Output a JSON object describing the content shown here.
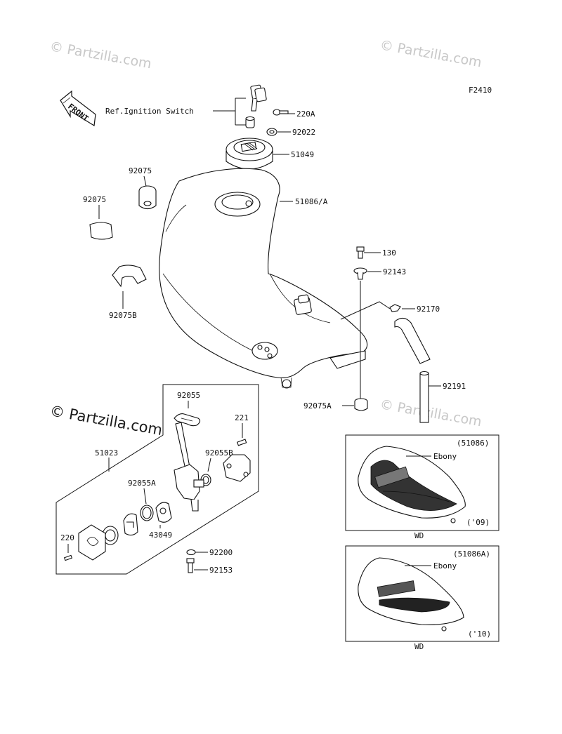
{
  "figure_code": "F2410",
  "watermarks": {
    "top_left": "© Partzilla.com",
    "top_right": "© Partzilla.com",
    "middle_left": "© Partzilla.com",
    "middle_right": "© Partzilla.com"
  },
  "front_arrow_label": "FRONT",
  "ref_label": "Ref.Ignition Switch",
  "parts": {
    "p220A": "220A",
    "p92022": "92022",
    "p51049": "51049",
    "p51086A": "51086/A",
    "p92075_left": "92075",
    "p92075_top": "92075",
    "p92075B": "92075B",
    "p130": "130",
    "p92143": "92143",
    "p92170": "92170",
    "p92191": "92191",
    "p92075A": "92075A",
    "p92055": "92055",
    "p221": "221",
    "p51023": "51023",
    "p92055B": "92055B",
    "p92055A": "92055A",
    "p43049": "43049",
    "p220": "220",
    "p92200": "92200",
    "p92153": "92153"
  },
  "inset_2009": {
    "code": "(51086)",
    "color": "Ebony",
    "year": "('09)",
    "caption": "WD"
  },
  "inset_2010": {
    "code": "(51086A)",
    "color": "Ebony",
    "year": "('10)",
    "caption": "WD"
  }
}
